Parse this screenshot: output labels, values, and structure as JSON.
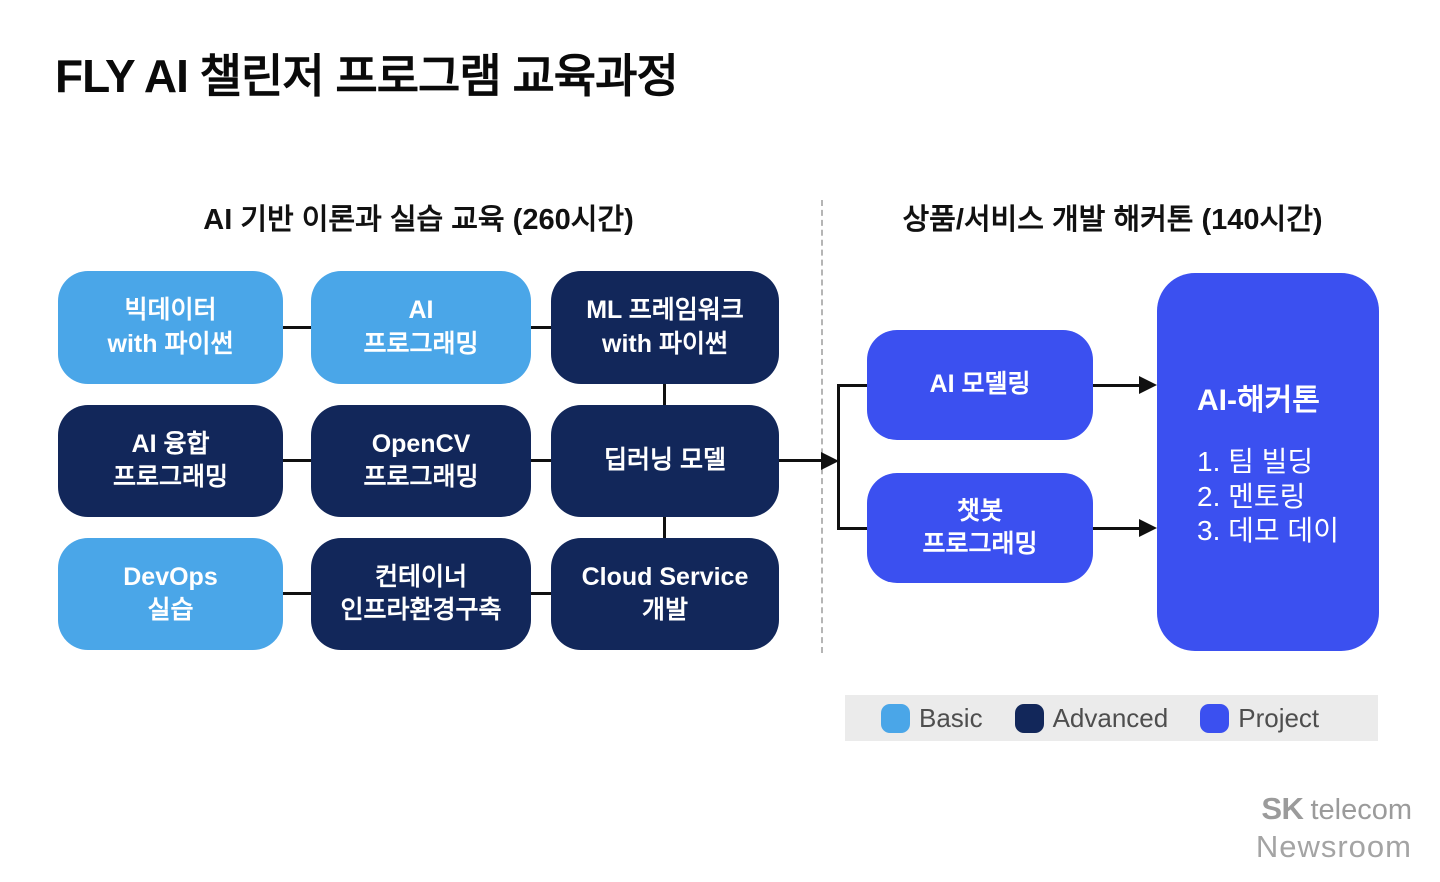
{
  "title": "FLY AI 챌린저 프로그램 교육과정",
  "curriculum": {
    "header": "AI 기반 이론과 실습 교육 (260시간)",
    "boxes": [
      {
        "line1": "빅데이터",
        "line2": "with 파이썬",
        "level": "basic"
      },
      {
        "line1": "AI",
        "line2": "프로그래밍",
        "level": "basic"
      },
      {
        "line1": "ML 프레임워크",
        "line2": "with 파이썬",
        "level": "advanced"
      },
      {
        "line1": "AI 융합",
        "line2": "프로그래밍",
        "level": "advanced"
      },
      {
        "line1": "OpenCV",
        "line2": "프로그래밍",
        "level": "advanced"
      },
      {
        "line1": "딥러닝 모델",
        "line2": "",
        "level": "advanced"
      },
      {
        "line1": "DevOps",
        "line2": "실습",
        "level": "basic"
      },
      {
        "line1": "컨테이너",
        "line2": "인프라환경구축",
        "level": "advanced"
      },
      {
        "line1": "Cloud Service",
        "line2": "개발",
        "level": "advanced"
      }
    ]
  },
  "hackathon": {
    "header": "상품/서비스 개발 해커톤 (140시간)",
    "boxes": [
      {
        "line1": "AI 모델링",
        "line2": "",
        "level": "project"
      },
      {
        "line1": "챗봇",
        "line2": "프로그래밍",
        "level": "project"
      }
    ],
    "result_box": {
      "title": "AI-해커톤",
      "items": [
        "1. 팀 빌딩",
        "2. 멘토링",
        "3. 데모 데이"
      ]
    }
  },
  "legend": {
    "items": [
      {
        "label": "Basic",
        "color": "#4AA6E8"
      },
      {
        "label": "Advanced",
        "color": "#12275A"
      },
      {
        "label": "Project",
        "color": "#3B50F0"
      }
    ]
  },
  "footer": {
    "brand_bold": "SK",
    "brand_rest": "telecom",
    "line2": "Newsroom"
  },
  "colors": {
    "basic": "#4AA6E8",
    "advanced": "#12275A",
    "project": "#3B50F0",
    "connector": "#101010",
    "legend_background": "#EBEBEB",
    "divider": "#B5B5B5"
  }
}
